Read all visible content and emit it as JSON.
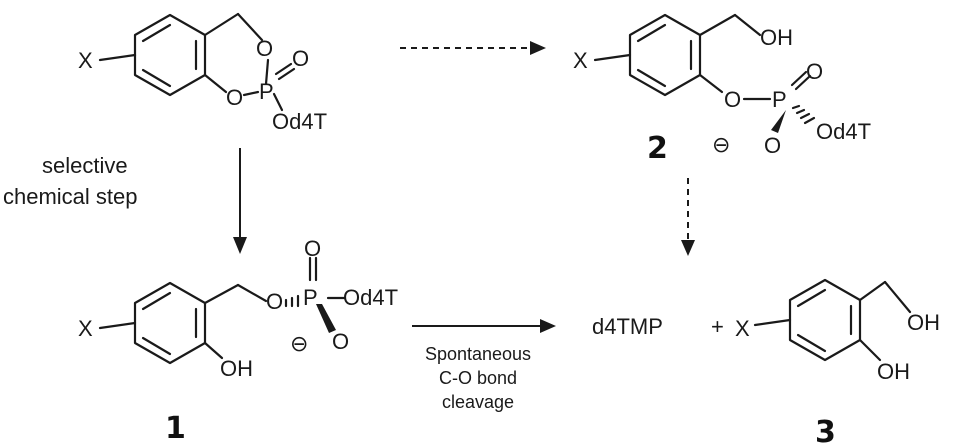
{
  "atoms": {
    "x": "X",
    "o": "O",
    "p": "P",
    "oh": "OH",
    "od4t": "Od4T",
    "minus": "⊖"
  },
  "compounds": {
    "two": "2",
    "one": "1",
    "three": "3"
  },
  "products": {
    "d4tmp": "d4TMP",
    "plus": "+"
  },
  "arrows": {
    "down_caption": [
      "selective",
      "chemical step"
    ],
    "right_caption": [
      "Spontaneous",
      "C-O bond",
      "cleavage"
    ]
  }
}
